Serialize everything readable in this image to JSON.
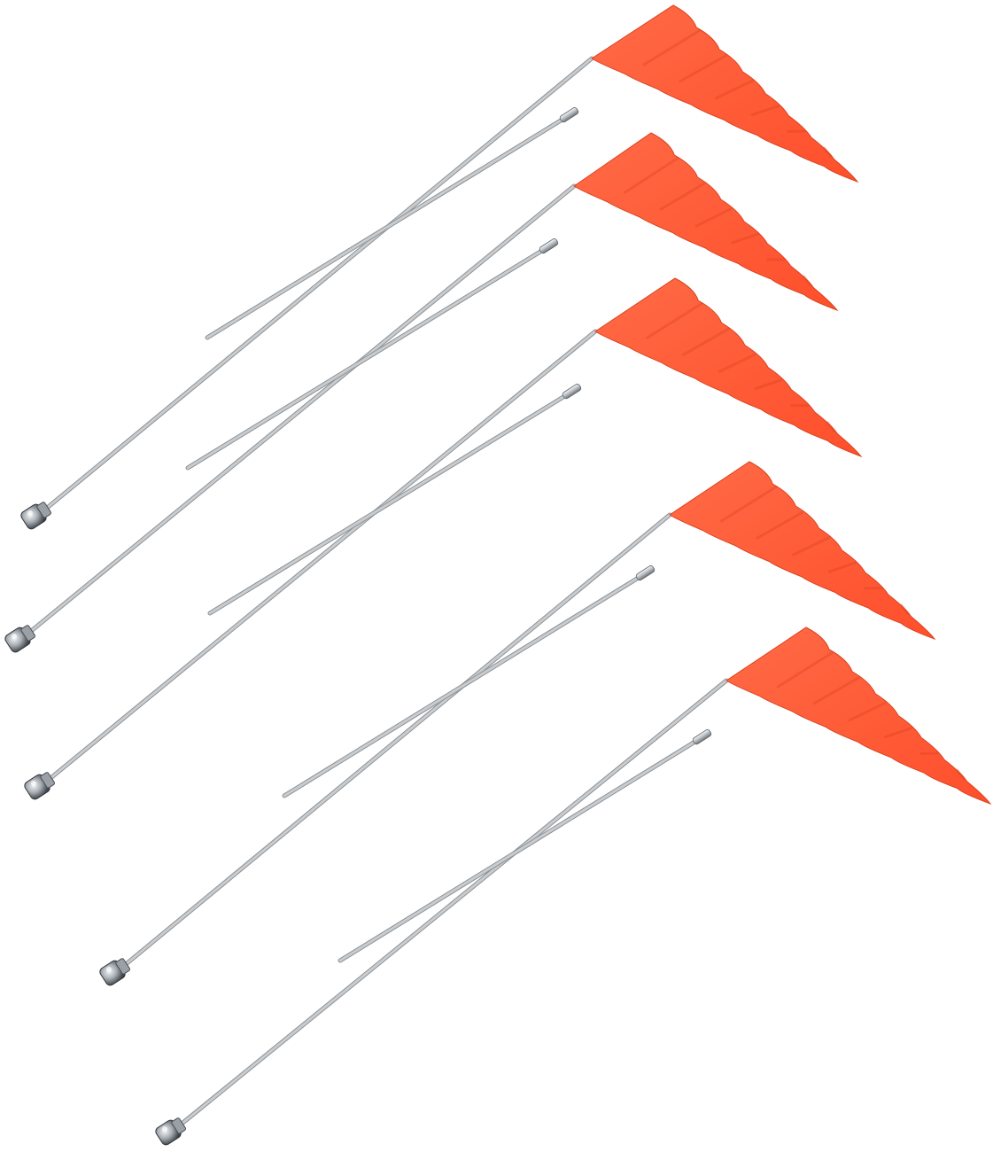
{
  "scene": {
    "subject": "whip-flag-kit",
    "background_color": "#ffffff",
    "flag_color": "#ff5a36",
    "flag_shadow_color": "#d9421f",
    "rod_color": "#c9ccce",
    "rod_edge_color": "#8e9296",
    "hardware_color": "#9aa0a6",
    "kits": [
      {
        "id": "kit-1",
        "parts": [
          "flag-pole",
          "rod-extension",
          "mount-nut"
        ]
      },
      {
        "id": "kit-2",
        "parts": [
          "flag-pole",
          "rod-extension",
          "mount-nut"
        ]
      },
      {
        "id": "kit-3",
        "parts": [
          "flag-pole",
          "rod-extension",
          "mount-nut"
        ]
      },
      {
        "id": "kit-4",
        "parts": [
          "flag-pole",
          "rod-extension",
          "mount-nut"
        ]
      },
      {
        "id": "kit-5",
        "parts": [
          "flag-pole",
          "rod-extension",
          "mount-nut"
        ]
      }
    ]
  }
}
